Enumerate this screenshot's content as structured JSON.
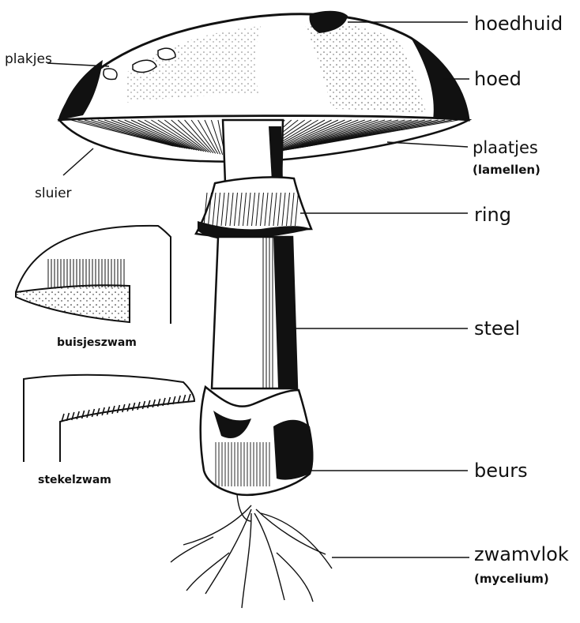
{
  "diagram": {
    "labels": {
      "hoedhuid": "hoedhuid",
      "plakjes": "plakjes",
      "hoed": "hoed",
      "plaatjes": "plaatjes",
      "lamellen": "(lamellen)",
      "sluier": "sluier",
      "ring": "ring",
      "steel": "steel",
      "beurs": "beurs",
      "zwamvlok": "zwamvlok",
      "mycelium": "(mycelium)",
      "buisjeszwam": "buisjeszwam",
      "stekelzwam": "stekelzwam"
    }
  }
}
